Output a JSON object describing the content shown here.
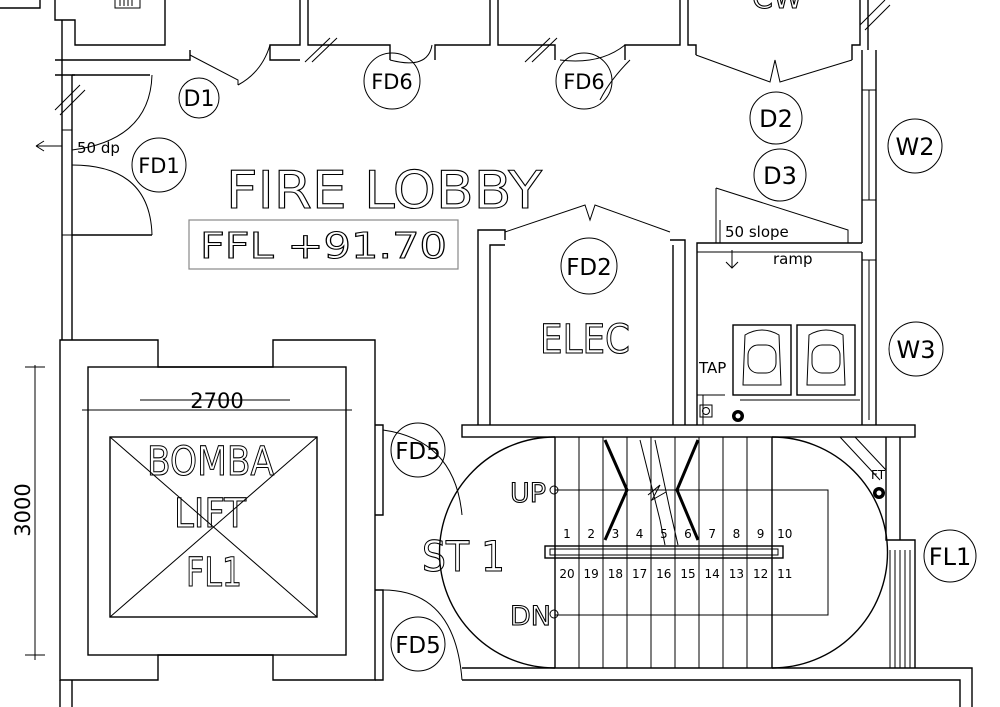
{
  "rooms": {
    "lobby": "FIRE LOBBY",
    "ffl": "FFL +91.70",
    "elec": "ELEC",
    "lift_line1": "BOMBA",
    "lift_line2": "LIFT",
    "lift_line3": "FL1",
    "stair": "ST 1",
    "top_partial": "CW"
  },
  "tags": {
    "d1": "D1",
    "fd1": "FD1",
    "fd6a": "FD6",
    "fd6b": "FD6",
    "d2": "D2",
    "d3": "D3",
    "w2": "W2",
    "fd2": "FD2",
    "w3": "W3",
    "fd5a": "FD5",
    "fd5b": "FD5",
    "fl1": "FL1"
  },
  "notes": {
    "drop": "50 dp",
    "slope": "50 slope",
    "ramp": "ramp",
    "tap": "TAP",
    "ft": "FT",
    "up": "UP",
    "dn": "DN"
  },
  "dimensions": {
    "lift_width": "2700",
    "lift_height": "3000"
  },
  "stair_numbers_top": [
    "1",
    "2",
    "3",
    "4",
    "5",
    "6",
    "7",
    "8",
    "9",
    "10"
  ],
  "stair_numbers_bottom": [
    "20",
    "19",
    "18",
    "17",
    "16",
    "15",
    "14",
    "13",
    "12",
    "11"
  ]
}
